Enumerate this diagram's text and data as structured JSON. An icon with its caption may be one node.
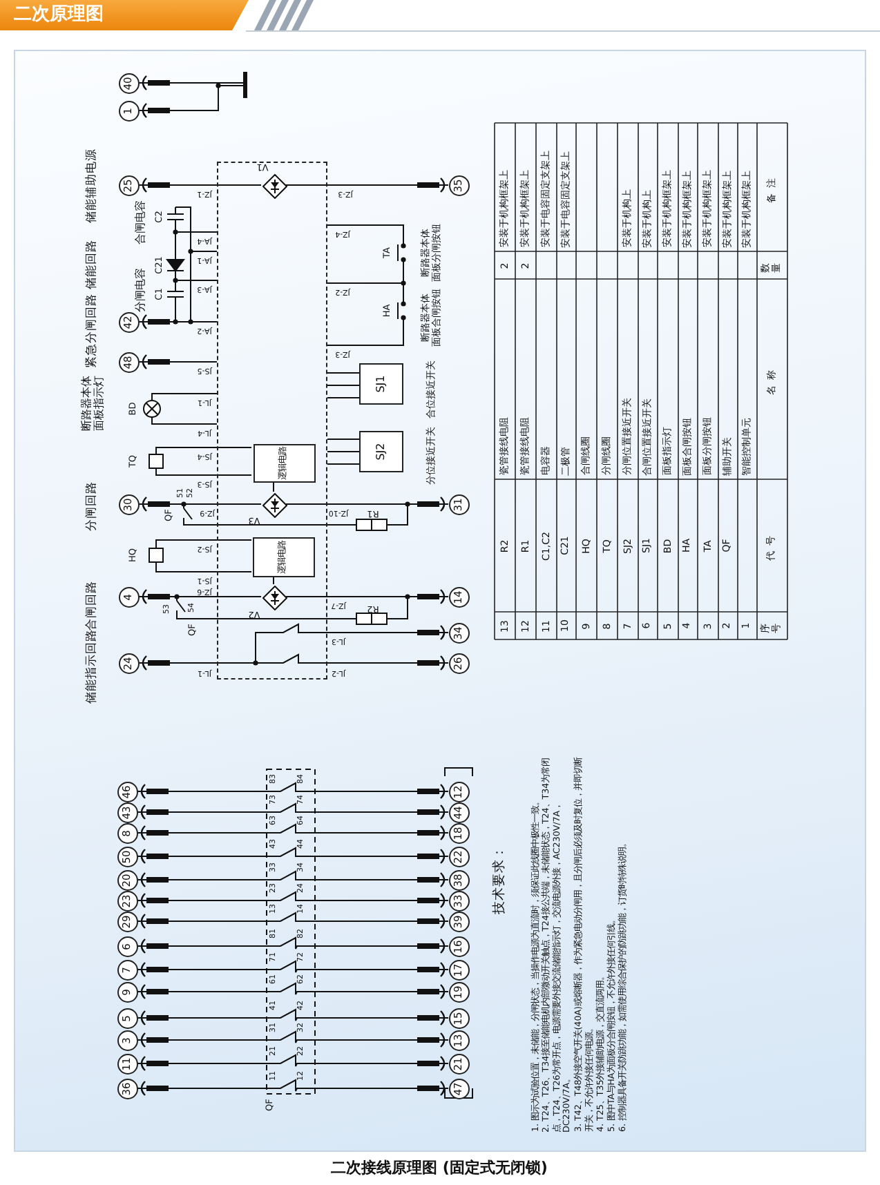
{
  "diagram": {
    "title": "二次原理图",
    "caption": "二次接线原理图 (固定式无闭锁)",
    "nodes": [
      {
        "text": [
          "40"
        ]
      },
      {
        "text": [
          "1"
        ]
      },
      {
        "text": [],
        "shape": "bar"
      },
      {
        "text": [
          "25"
        ],
        "beside": [
          "储能辅助电源"
        ]
      },
      {
        "text": [
          "35"
        ]
      },
      {
        "text": [
          "42"
        ]
      },
      {
        "text": [
          "48"
        ]
      },
      {
        "text": [],
        "shape": "box"
      },
      {
        "text": [
          "逻辑电路"
        ],
        "in": 7
      },
      {
        "text": [
          "逻辑电路"
        ],
        "in": 7
      },
      {
        "text": [
          "SJ1"
        ],
        "beside": [
          "合位接近开关"
        ]
      },
      {
        "text": [
          "SJ2"
        ],
        "beside": [
          "分位接近开关"
        ]
      },
      {
        "text": [
          "30"
        ],
        "beside": [
          "分闸回路"
        ]
      },
      {
        "text": [
          "31"
        ]
      },
      {
        "text": [
          "4"
        ],
        "beside": [
          "合闸回路"
        ]
      },
      {
        "text": [
          "14"
        ]
      },
      {
        "text": [
          "34"
        ]
      },
      {
        "text": [
          "24"
        ],
        "beside": [
          "储能指示回路"
        ]
      },
      {
        "text": [
          "26"
        ]
      },
      {
        "text": [
          "46"
        ]
      },
      {
        "text": [
          "43"
        ]
      },
      {
        "text": [
          "8"
        ]
      },
      {
        "text": [
          "50"
        ]
      },
      {
        "text": [
          "20"
        ]
      },
      {
        "text": [
          "23"
        ]
      },
      {
        "text": [
          "29"
        ]
      },
      {
        "text": [
          "6"
        ]
      },
      {
        "text": [
          "7"
        ]
      },
      {
        "text": [
          "9"
        ]
      },
      {
        "text": [
          "5"
        ]
      },
      {
        "text": [
          "3"
        ]
      },
      {
        "text": [
          "11"
        ]
      },
      {
        "text": [
          "36"
        ]
      },
      {
        "text": [
          "12"
        ]
      },
      {
        "text": [
          "44"
        ]
      },
      {
        "text": [
          "18"
        ]
      },
      {
        "text": [
          "22"
        ]
      },
      {
        "text": [
          "38"
        ]
      },
      {
        "text": [
          "33"
        ]
      },
      {
        "text": [
          "39"
        ]
      },
      {
        "text": [
          "16"
        ]
      },
      {
        "text": [
          "17"
        ]
      },
      {
        "text": [
          "19"
        ]
      },
      {
        "text": [
          "15"
        ]
      },
      {
        "text": [
          "13"
        ]
      },
      {
        "text": [
          "21"
        ]
      },
      {
        "text": [
          "47"
        ]
      },
      {
        "text": [],
        "shape": "diamond",
        "beside": [
          "V1"
        ],
        "in": 7
      },
      {
        "text": [],
        "shape": "diamond",
        "beside": [
          "V3"
        ],
        "in": 7
      },
      {
        "text": [],
        "shape": "diamond",
        "beside": [
          "V2"
        ],
        "in": 7
      }
    ],
    "edges": [
      {
        "from": 0,
        "to": 2,
        "arrow": "none"
      },
      {
        "from": 1,
        "to": 2,
        "arrow": "none"
      },
      {
        "from": 3,
        "to": 47,
        "arrow": "none"
      },
      {
        "from": 47,
        "to": 4,
        "arrow": "none"
      },
      {
        "from": 5,
        "to": 7,
        "arrow": "none"
      },
      {
        "from": 6,
        "to": 7,
        "arrow": "none"
      },
      {
        "from": 10,
        "to": 7,
        "arrow": "none"
      },
      {
        "from": 11,
        "to": 7,
        "arrow": "none"
      },
      {
        "from": 12,
        "to": 48,
        "arrow": "none"
      },
      {
        "from": 48,
        "to": 13,
        "arrow": "none"
      },
      {
        "from": 14,
        "to": 49,
        "arrow": "none"
      },
      {
        "from": 49,
        "to": 15,
        "arrow": "none"
      },
      {
        "from": 17,
        "to": 16,
        "arrow": "none"
      },
      {
        "from": 17,
        "to": 18,
        "arrow": "none"
      },
      {
        "from": 19,
        "to": 33,
        "arrow": "none"
      },
      {
        "from": 20,
        "to": 34,
        "arrow": "none"
      },
      {
        "from": 21,
        "to": 35,
        "arrow": "none"
      },
      {
        "from": 22,
        "to": 36,
        "arrow": "none"
      },
      {
        "from": 23,
        "to": 37,
        "arrow": "none"
      },
      {
        "from": 24,
        "to": 38,
        "arrow": "none"
      },
      {
        "from": 25,
        "to": 39,
        "arrow": "none"
      },
      {
        "from": 26,
        "to": 40,
        "arrow": "none"
      },
      {
        "from": 27,
        "to": 41,
        "arrow": "none"
      },
      {
        "from": 28,
        "to": 42,
        "arrow": "none"
      },
      {
        "from": 29,
        "to": 43,
        "arrow": "none"
      },
      {
        "from": 30,
        "to": 44,
        "arrow": "none"
      },
      {
        "from": 31,
        "to": 45,
        "arrow": "none"
      },
      {
        "from": 32,
        "to": 46,
        "arrow": "none"
      },
      {
        "from": 8,
        "to": 48,
        "arrow": "none"
      },
      {
        "from": 9,
        "to": 49,
        "arrow": "none"
      }
    ],
    "labels": [
      "储能回路",
      "合闸电容",
      "分闸电容",
      "紧急分闸回路",
      "断路器本体面板指示灯",
      "C2",
      "C21",
      "C1",
      "JZ-1",
      "JZ-3",
      "JA-4",
      "JA-1",
      "JA-3",
      "JA-2",
      "JS-5",
      "JZ-4",
      "JZ-2",
      "JZ-3",
      "TA",
      "HA",
      "断路器本体面板分闸按钮",
      "断路器本体面板合闸按钮",
      "BD",
      "JL-1",
      "JL-4",
      "TQ",
      "JS-4",
      "JS-3",
      "51",
      "52",
      "JZ-9",
      "QF",
      "JZ-10",
      "R1",
      "HQ",
      "JS-2",
      "JS-1",
      "JZ-6",
      "53",
      "54",
      "QF",
      "JZ-7",
      "R2",
      "JL-3",
      "JL-1",
      "JL-2",
      "83",
      "84",
      "73",
      "74",
      "63",
      "64",
      "43",
      "44",
      "33",
      "34",
      "23",
      "24",
      "13",
      "14",
      "81",
      "82",
      "71",
      "72",
      "61",
      "62",
      "41",
      "42",
      "31",
      "32",
      "21",
      "22",
      "11",
      "12",
      "QF",
      "技术要求：",
      "1. 图示为试验位置，未储能，分闸状态，当操作电源为直流时，须保证此线圈中极性一致。",
      "2. T24、T26、T34接至储能电机内部微动开关触点，T24接公共端，未储能状态，T24、T34为常闭点，T24、T26为常开点，电源需要外接交流储能指示灯，交流电源外接，AC230V/7A，DC230V/7A。",
      "3. T42、T48外接空气开关(40A)或熔断器，作为紧急电动分闸用，且分闸后必须及时复位，并即切断开关，不允许外接任何电源。",
      "4. T25、T35外接辅助电源，交直流两用。",
      "5. 图中TA与HA为面板分合闸按钮，不允许外接任何引线。",
      "6. 控制器具备开关防跳功能，如需使用综合保护的防跳功能，订货时特殊说明。",
      "13",
      "R2",
      "瓷管接线电阻",
      "2",
      "安装于机构框架上",
      "12",
      "R1",
      "瓷管接线电阻",
      "2",
      "安装于机构框架上",
      "11",
      "C1,C2",
      "电容器",
      "安装于电容固定支架上",
      "10",
      "C21",
      "二极管",
      "安装于电容固定支架上",
      "9",
      "HQ",
      "合闸线圈",
      "8",
      "TQ",
      "分闸线圈",
      "7",
      "SJ2",
      "分闸位置接近开关",
      "安装于机构上",
      "6",
      "SJ1",
      "合闸位置接近开关",
      "安装于机构上",
      "5",
      "BD",
      "面板指示灯",
      "安装于机构框架上",
      "4",
      "HA",
      "面板合闸按钮",
      "安装于机构框架上",
      "3",
      "TA",
      "面板分闸按钮",
      "安装于机构框架上",
      "2",
      "QF",
      "辅助开关",
      "安装于机构框架上",
      "1",
      "智能控制单元",
      "安装于机构框架上",
      "序号",
      "代号",
      "名称",
      "数量",
      "备注"
    ]
  }
}
